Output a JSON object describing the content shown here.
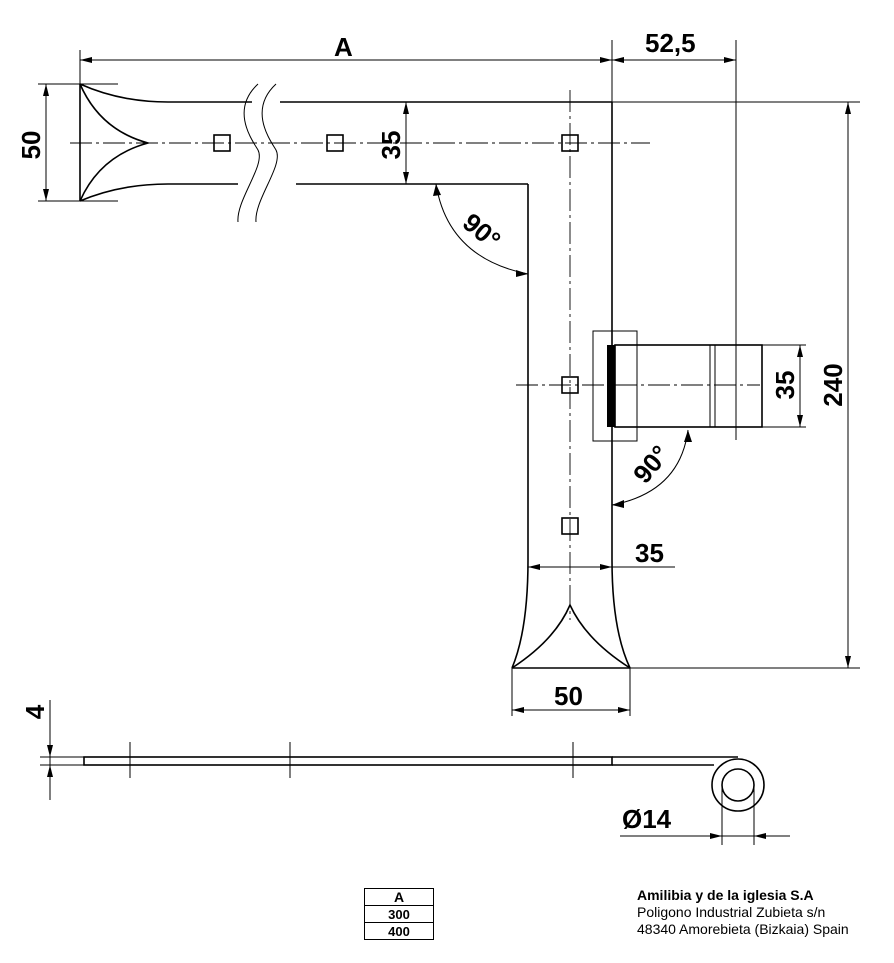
{
  "dimensions": {
    "length": "A",
    "offset": "52,5",
    "end_width": "50",
    "strap_width": "35",
    "angle_upper": "90°",
    "height": "240",
    "knuckle_width": "35",
    "angle_lower": "90°",
    "leg_width": "35",
    "foot_width": "50",
    "thickness": "4",
    "pin_diameter": "Ø14"
  },
  "variants_table": {
    "header": "A",
    "rows": [
      "300",
      "400"
    ]
  },
  "company": {
    "name": "Amilibia y de la iglesia S.A",
    "address_line1": "Poligono Industrial Zubieta s/n",
    "address_line2": "48340 Amorebieta (Bizkaia) Spain"
  }
}
